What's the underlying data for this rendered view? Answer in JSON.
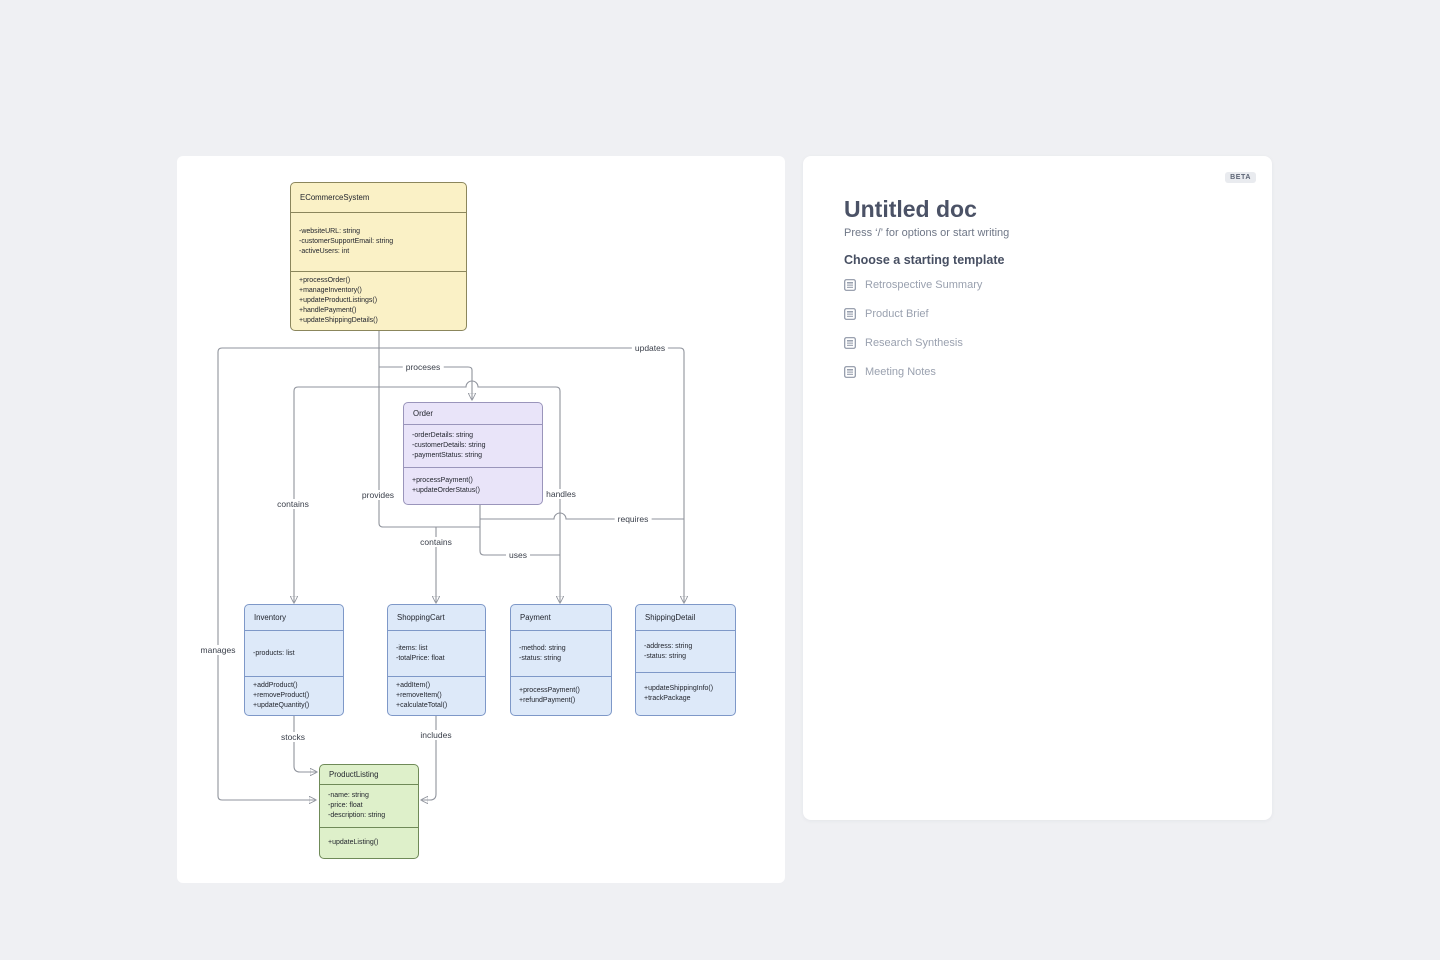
{
  "doc_panel": {
    "beta_label": "BETA",
    "title": "Untitled doc",
    "placeholder": "Press ‘/’ for options or start writing",
    "template_heading": "Choose a starting template",
    "templates": [
      {
        "label": "Retrospective Summary"
      },
      {
        "label": "Product Brief"
      },
      {
        "label": "Research Synthesis"
      },
      {
        "label": "Meeting Notes"
      }
    ]
  },
  "diagram": {
    "classes": [
      {
        "name": "ECommerceSystem",
        "attributes": [
          "-websiteURL: string",
          "-customerSupportEmail: string",
          "-activeUsers: int"
        ],
        "methods": [
          "+processOrder()",
          "+manageInventory()",
          "+updateProductListings()",
          "+handlePayment()",
          "+updateShippingDetails()"
        ],
        "color": "yellow"
      },
      {
        "name": "Order",
        "attributes": [
          "-orderDetails: string",
          "-customerDetails: string",
          "-paymentStatus: string"
        ],
        "methods": [
          "+processPayment()",
          "+updateOrderStatus()"
        ],
        "color": "purple"
      },
      {
        "name": "Inventory",
        "attributes": [
          "-products: list"
        ],
        "methods": [
          "+addProduct()",
          "+removeProduct()",
          "+updateQuantity()"
        ],
        "color": "blue"
      },
      {
        "name": "ShoppingCart",
        "attributes": [
          "-items: list",
          "-totalPrice: float"
        ],
        "methods": [
          "+addItem()",
          "+removeItem()",
          "+calculateTotal()"
        ],
        "color": "blue"
      },
      {
        "name": "Payment",
        "attributes": [
          "-method: string",
          "-status: string"
        ],
        "methods": [
          "+processPayment()",
          "+refundPayment()"
        ],
        "color": "blue"
      },
      {
        "name": "ShippingDetail",
        "attributes": [
          "-address: string",
          "-status: string"
        ],
        "methods": [
          "+updateShippingInfo()",
          "+trackPackage"
        ],
        "color": "blue"
      },
      {
        "name": "ProductListing",
        "attributes": [
          "-name: string",
          "-price: float",
          "-description: string"
        ],
        "methods": [
          "+updateListing()"
        ],
        "color": "green"
      }
    ],
    "edge_labels": [
      {
        "text": "proceses"
      },
      {
        "text": "updates"
      },
      {
        "text": "contains"
      },
      {
        "text": "provides"
      },
      {
        "text": "handles"
      },
      {
        "text": "requires"
      },
      {
        "text": "contains"
      },
      {
        "text": "uses"
      },
      {
        "text": "manages"
      },
      {
        "text": "stocks"
      },
      {
        "text": "includes"
      }
    ],
    "colors": {
      "page_bg": "#eff0f3",
      "canvas_bg": "#ffffff",
      "yellow_fill": "#faf1c6",
      "yellow_border": "#8b865c",
      "purple_fill": "#e9e4f9",
      "purple_border": "#9a95bb",
      "blue_fill": "#dde9f9",
      "blue_border": "#7e98c8",
      "green_fill": "#def0ca",
      "green_border": "#6f8a58",
      "edge_line": "#8f939c",
      "arrowhead": "#2b2b2b"
    }
  }
}
